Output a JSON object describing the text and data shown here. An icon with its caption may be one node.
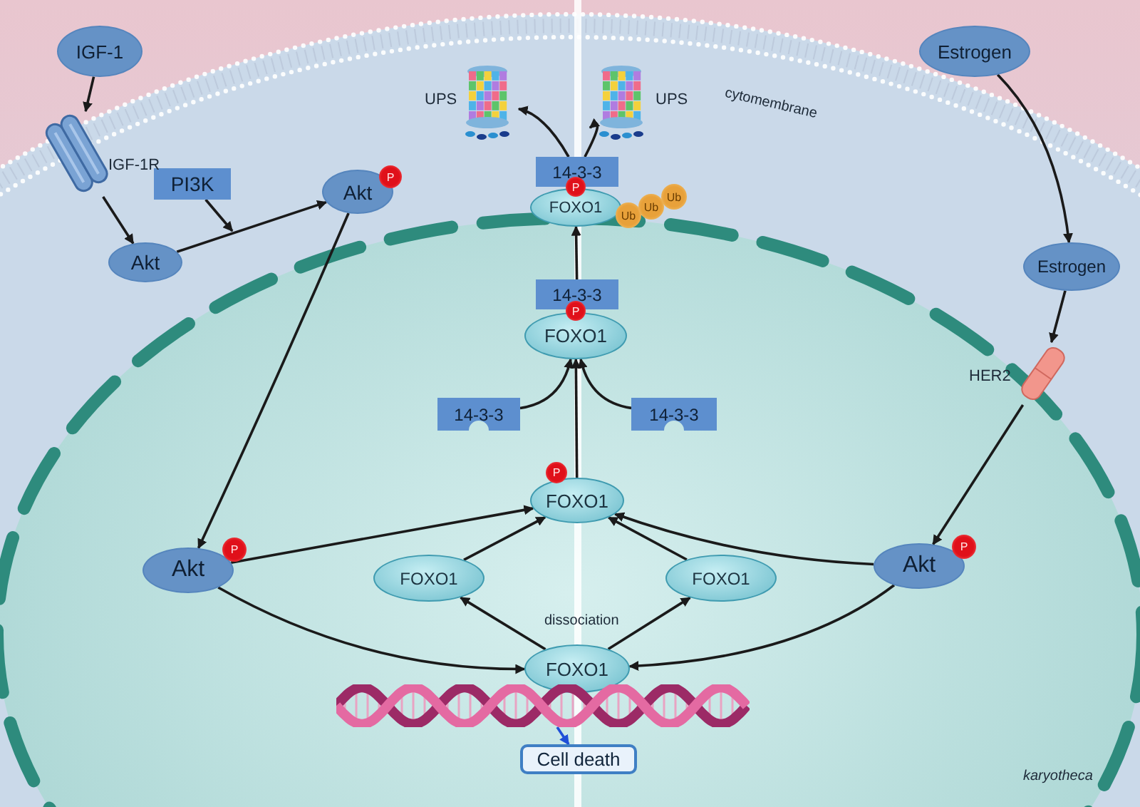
{
  "diagram": {
    "nodes": [
      {
        "text": [
          "IGF-1"
        ]
      },
      {
        "text": [],
        "shape": "picture",
        "beside": [
          "IGF-1R"
        ]
      },
      {
        "text": [
          "Akt"
        ]
      },
      {
        "text": [
          "PI3K"
        ]
      },
      {
        "text": [
          "Akt"
        ]
      },
      {
        "text": [
          "P"
        ]
      },
      {
        "text": [],
        "shape": "picture",
        "beside": [
          "UPS"
        ]
      },
      {
        "text": [],
        "shape": "picture",
        "beside": [
          "UPS"
        ]
      },
      {
        "text": [
          "14-3-3"
        ]
      },
      {
        "text": [
          "P"
        ]
      },
      {
        "text": [
          "FOXO1"
        ]
      },
      {
        "text": [
          "Ub"
        ]
      },
      {
        "text": [
          "Ub"
        ]
      },
      {
        "text": [
          "Ub"
        ]
      },
      {
        "text": [
          "Estrogen"
        ]
      },
      {
        "text": [
          "14-3-3"
        ]
      },
      {
        "text": [
          "P"
        ]
      },
      {
        "text": [
          "FOXO1"
        ]
      },
      {
        "text": [
          "Estrogen"
        ]
      },
      {
        "text": [],
        "shape": "picture",
        "beside": [
          "HER2"
        ]
      },
      {
        "text": [
          "14-3-3"
        ]
      },
      {
        "text": [
          "14-3-3"
        ]
      },
      {
        "text": [
          "P"
        ]
      },
      {
        "text": [
          "FOXO1"
        ]
      },
      {
        "text": [
          "Akt"
        ]
      },
      {
        "text": [
          "P"
        ]
      },
      {
        "text": [
          "FOXO1"
        ]
      },
      {
        "text": [
          "FOXO1"
        ]
      },
      {
        "text": [
          "Akt"
        ]
      },
      {
        "text": [
          "P"
        ]
      },
      {
        "text": [
          "FOXO1"
        ]
      },
      {
        "text": [],
        "shape": "picture"
      },
      {
        "text": [
          "Cell death"
        ]
      }
    ],
    "edges": [
      {
        "from": 0,
        "to": 1,
        "arrow": "to"
      },
      {
        "from": 1,
        "to": 2,
        "arrow": "to"
      },
      {
        "from": 2,
        "to": 4,
        "arrow": "to"
      },
      {
        "from": 3,
        "to": null,
        "arrow": "to"
      },
      {
        "from": 4,
        "to": 24,
        "arrow": "to"
      },
      {
        "from": 24,
        "to": 23,
        "arrow": "to"
      },
      {
        "from": 24,
        "to": 30,
        "arrow": "to"
      },
      {
        "from": 30,
        "to": 26,
        "arrow": "to"
      },
      {
        "from": 26,
        "to": 23,
        "arrow": "to"
      },
      {
        "from": 30,
        "to": 27,
        "arrow": "to"
      },
      {
        "from": 27,
        "to": 23,
        "arrow": "to"
      },
      {
        "from": 28,
        "to": 23,
        "arrow": "to"
      },
      {
        "from": 28,
        "to": 30,
        "arrow": "to"
      },
      {
        "from": 14,
        "to": 18,
        "arrow": "to"
      },
      {
        "from": 18,
        "to": 19,
        "arrow": "to"
      },
      {
        "from": 19,
        "to": 28,
        "arrow": "to"
      },
      {
        "from": 23,
        "to": 17,
        "arrow": "to"
      },
      {
        "from": 20,
        "to": 17,
        "arrow": "to"
      },
      {
        "from": 21,
        "to": 17,
        "arrow": "to"
      },
      {
        "from": 15,
        "to": 10,
        "arrow": "to"
      },
      {
        "from": 8,
        "to": 6,
        "arrow": "to"
      },
      {
        "from": 8,
        "to": 7,
        "arrow": "to"
      },
      {
        "from": 31,
        "to": 32,
        "arrow": "to",
        "color": "#1f4fd8"
      }
    ],
    "labels": [
      "cytomembrane",
      "dissociation",
      "karyotheca"
    ]
  }
}
